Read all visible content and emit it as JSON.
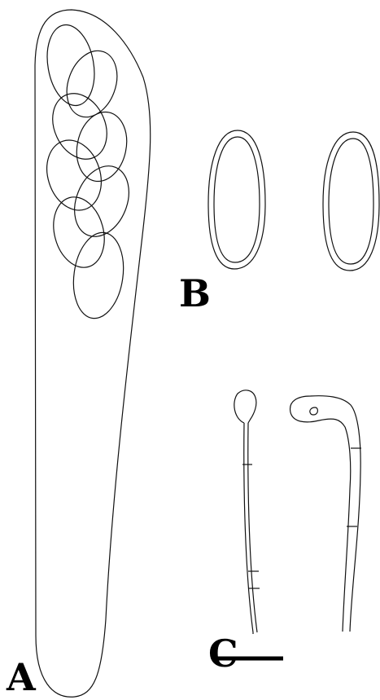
{
  "panels": [
    {
      "key": "A",
      "label": "A"
    },
    {
      "key": "B",
      "label": "B"
    },
    {
      "key": "C",
      "label": "C"
    }
  ],
  "scale_bar": {
    "visible": true,
    "color": "#000000"
  },
  "line_color": "#111111",
  "background": "#ffffff"
}
